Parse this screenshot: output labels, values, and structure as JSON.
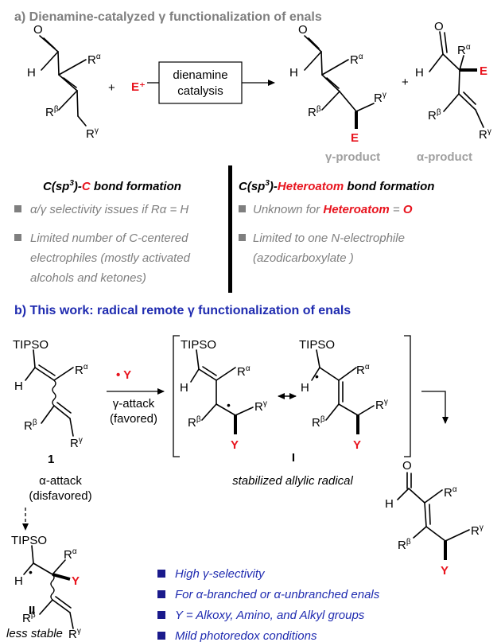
{
  "section_a": {
    "title": "a) Dienamine-catalyzed γ functionalization of enals",
    "electrophile": "E⁺",
    "catalysis_line1": "dienamine",
    "catalysis_line2": "catalysis",
    "gamma_product": "γ-product",
    "alpha_product": "α-product",
    "plus": "+"
  },
  "atoms": {
    "H": "H",
    "O": "O",
    "E": "E",
    "Y": "Y",
    "R": "R",
    "alpha": "α",
    "beta": "β",
    "gamma": "γ",
    "TIPSO": "TIPSO",
    "radical_dot": "•"
  },
  "col_left": {
    "heading_pre": "C(sp",
    "heading_sup": "3",
    "heading_mid": ")-",
    "heading_red": "C",
    "heading_post": " bond formation",
    "b1": "α/γ selectivity issues if Rα = H",
    "b2_l1": "Limited number of C-centered",
    "b2_l2": "electrophiles (mostly activated",
    "b2_l3": "alcohols and ketones)"
  },
  "col_right": {
    "heading_pre": "C(sp",
    "heading_sup": "3",
    "heading_mid": ")-",
    "heading_red": "Heteroatom",
    "heading_post": " bond formation",
    "b1_pre": "Unknown for ",
    "b1_red": "Heteroatom",
    "b1_mid": " = ",
    "b1_o": "O",
    "b2_l1": "Limited to one N-electrophile",
    "b2_l2": "(azodicarboxylate )"
  },
  "section_b": {
    "title": "b) This work: radical remote γ functionalization of enals",
    "radical": "• Y",
    "gamma_attack_l1": "γ-attack",
    "gamma_attack_l2": "(favored)",
    "alpha_attack_l1": "α-attack",
    "alpha_attack_l2": "(disfavored)",
    "compound_1": "1",
    "intermediate_I": "I",
    "intermediate_II": "II",
    "stabilized": "stabilized allylic radical",
    "less_stable": "less stable"
  },
  "features": [
    "High γ-selectivity",
    "For α-branched or α-unbranched enals",
    "Y = Alkoxy, Amino, and Alkyl groups",
    "Mild photoredox conditions"
  ],
  "colors": {
    "red": "#e8141e",
    "blue": "#1f2bb0",
    "gray": "#7f7f7f",
    "navy": "#1a1a8c"
  }
}
